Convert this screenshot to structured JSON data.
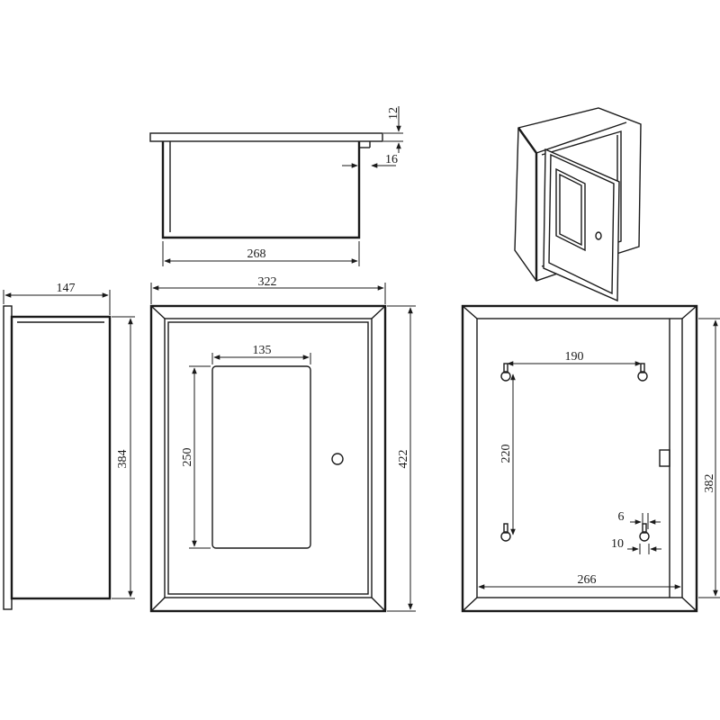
{
  "dimensions": {
    "top_width": "268",
    "top_flange": "12",
    "top_depth_offset": "16",
    "side_depth": "147",
    "side_height": "384",
    "front_width": "322",
    "front_height": "422",
    "window_width": "135",
    "window_height": "250",
    "rear_hole_spacing_h": "190",
    "rear_hole_spacing_v": "220",
    "rear_height": "382",
    "rear_width": "266",
    "slot_width": "6",
    "slot_offset": "10"
  }
}
